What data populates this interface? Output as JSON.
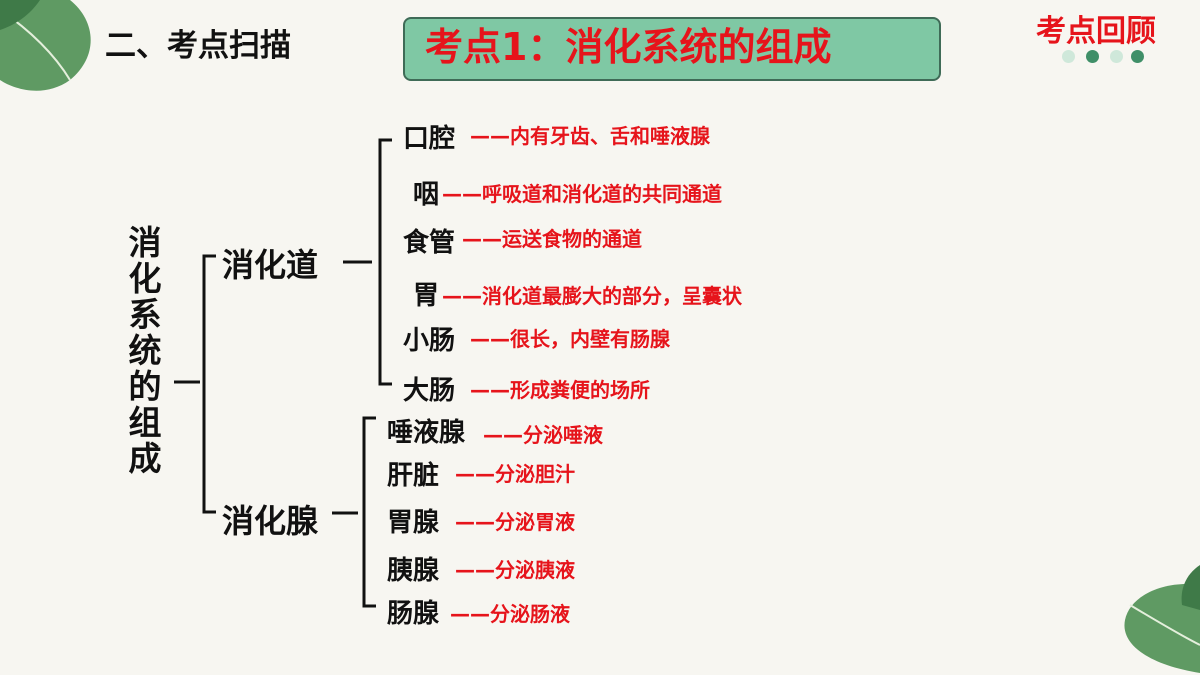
{
  "header": {
    "section_title": "二、考点扫描",
    "topic_title": "考点1：消化系统的组成",
    "review_title": "考点回顾"
  },
  "colors": {
    "background": "#f7f6f1",
    "accent_red": "#e6141b",
    "topic_box": "#7fc8a4",
    "dot_light": "#cfe8da",
    "dot_dark": "#3f8f68"
  },
  "diagram": {
    "root": "消化系统的组成",
    "digestive_tract": {
      "label": "消化道",
      "items": [
        {
          "name": "口腔",
          "desc": "——内有牙齿、舌和唾液腺"
        },
        {
          "name": "咽",
          "desc": "——呼吸道和消化道的共同通道"
        },
        {
          "name": "食管",
          "desc": "——运送食物的通道"
        },
        {
          "name": "胃",
          "desc": "——消化道最膨大的部分，呈囊状"
        },
        {
          "name": "小肠",
          "desc": "——很长，内壁有肠腺"
        },
        {
          "name": "大肠",
          "desc": "——形成粪便的场所"
        }
      ]
    },
    "digestive_glands": {
      "label": "消化腺",
      "items": [
        {
          "name": "唾液腺",
          "desc": "——分泌唾液"
        },
        {
          "name": "肝脏",
          "desc": "——分泌胆汁"
        },
        {
          "name": "胃腺",
          "desc": "——分泌胃液"
        },
        {
          "name": "胰腺",
          "desc": "——分泌胰液"
        },
        {
          "name": "肠腺",
          "desc": "——分泌肠液"
        }
      ]
    }
  }
}
